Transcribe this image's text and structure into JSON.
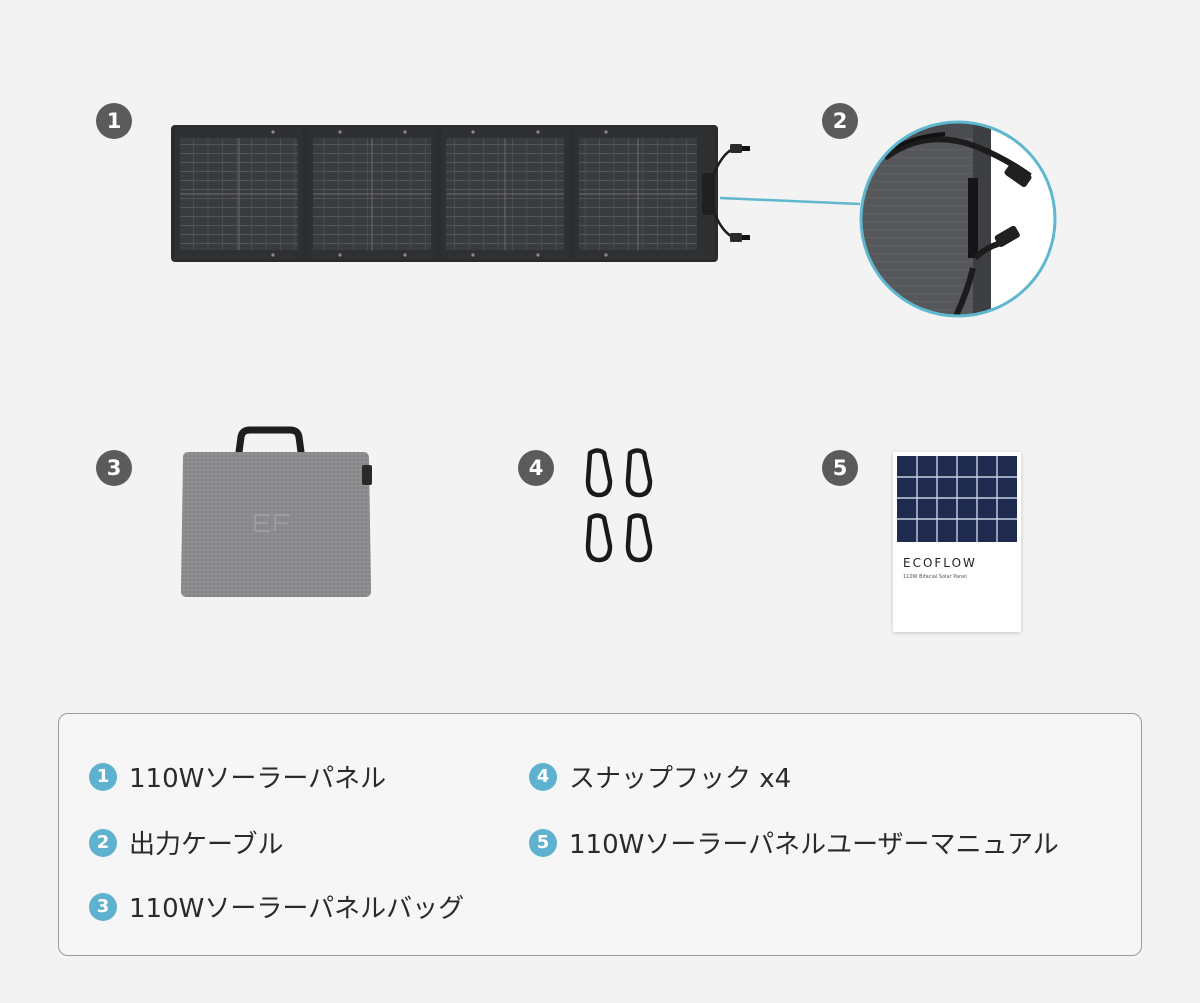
{
  "badges": [
    "1",
    "2",
    "3",
    "4",
    "5"
  ],
  "manual": {
    "brand": "ECOFLOW",
    "subtitle": "110W Bifacial Solar Panel",
    "fine_print_1": "",
    "fine_print_2": ""
  },
  "legend": [
    {
      "num": "1",
      "text": "110Wソーラーパネル"
    },
    {
      "num": "2",
      "text": "出力ケーブル"
    },
    {
      "num": "3",
      "text": "110Wソーラーパネルバッグ"
    },
    {
      "num": "4",
      "text": "スナップフック x4"
    },
    {
      "num": "5",
      "text": "110Wソーラーパネルユーザーマニュアル"
    }
  ],
  "colors": {
    "background": "#f3f3f3",
    "badge": "#5b5b5b",
    "legend_badge": "#5fb2cf",
    "callout": "#5fb8cf",
    "panel": "#2f3032"
  }
}
